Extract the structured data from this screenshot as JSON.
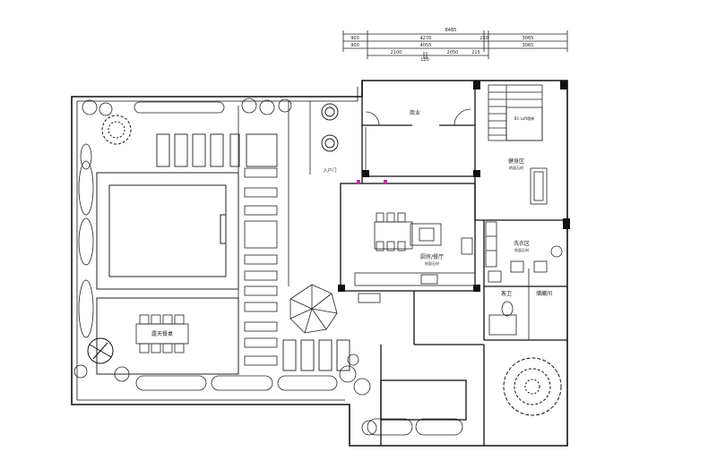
{
  "dimensions": {
    "total": "8485",
    "row1": [
      "900",
      "4270",
      "230",
      "3065"
    ],
    "row2": [
      "900",
      "4055",
      "215",
      "3065"
    ],
    "row3": [
      "2100",
      "120",
      "2050"
    ]
  },
  "rooms": {
    "tea_room": "商业",
    "gym": "健身区",
    "gym_sub": "地面石材",
    "kitchen_dining": "厨房/餐厅",
    "kitchen_sub": "地面石材",
    "laundry": "洗衣区",
    "laundry_sub": "地面石材",
    "guest_wc": "客卫",
    "storage": "储藏间",
    "outdoor_dining": "露天餐桌",
    "front_door": "入户门",
    "stair_label": "B1-Loft楼梯"
  },
  "colors": {
    "line": "#222222",
    "wall": "#111111",
    "accent": "#cc2aa8"
  }
}
